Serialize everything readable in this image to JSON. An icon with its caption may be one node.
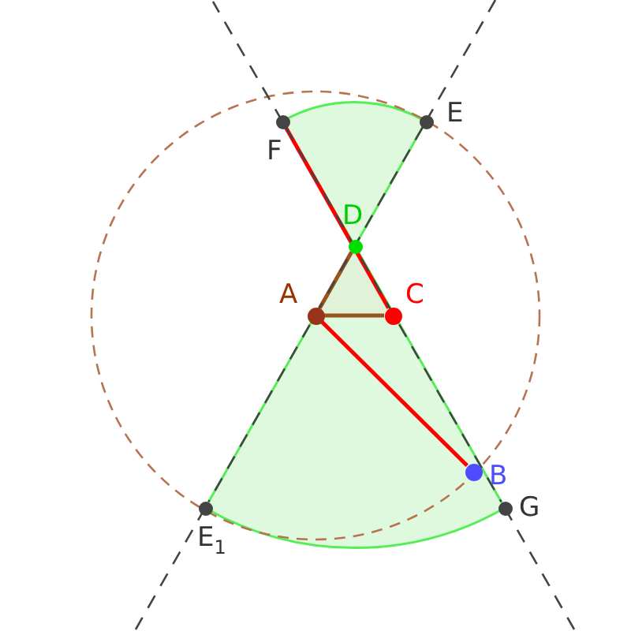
{
  "diagram": {
    "nodes": [
      {
        "text": [
          "F"
        ]
      },
      {
        "text": [
          "E"
        ]
      },
      {
        "text": [
          "D"
        ]
      },
      {
        "text": [
          "A"
        ]
      },
      {
        "text": [
          "C"
        ]
      },
      {
        "text": [
          "B"
        ]
      },
      {
        "text": [
          "E$_{1}$"
        ]
      },
      {
        "text": [
          "G"
        ]
      }
    ],
    "edges": [
      {
        "from": 0,
        "to": 4,
        "arrow": "none",
        "color": "#ff0000"
      },
      {
        "from": 3,
        "to": 5,
        "arrow": "none",
        "color": "#ff0000"
      },
      {
        "from": 3,
        "to": 4,
        "arrow": "none",
        "color": "#99531f"
      },
      {
        "from": 3,
        "to": 2,
        "arrow": "none",
        "color": "#99531f"
      },
      {
        "from": 1,
        "to": 6,
        "arrow": "none",
        "style": "dashed",
        "color": "#444444"
      },
      {
        "from": 0,
        "to": 7,
        "arrow": "none",
        "style": "dashed",
        "color": "#444444"
      }
    ]
  }
}
